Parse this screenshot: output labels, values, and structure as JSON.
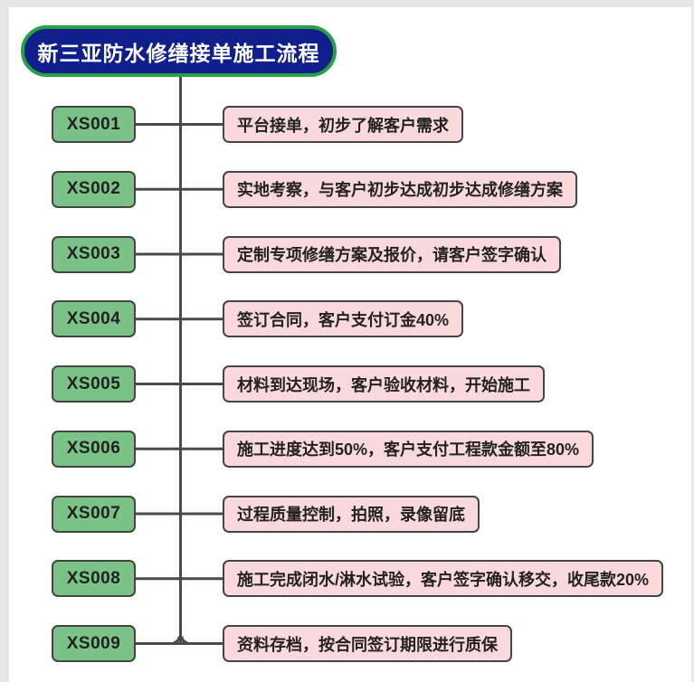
{
  "title": "新三亚防水修缮接单施工流程",
  "colors": {
    "title_fill": "#101f8c",
    "title_border": "#27a143",
    "title_text": "#ffffff",
    "code_fill": "#7bc287",
    "desc_fill": "#f9d9db",
    "node_border": "#454545",
    "node_text": "#222222",
    "line": "#4a4a4a",
    "canvas": "#ffffff",
    "frame": "#e7e7e7"
  },
  "steps": [
    {
      "code": "XS001",
      "desc": "平台接单，初步了解客户需求"
    },
    {
      "code": "XS002",
      "desc": "实地考察，与客户初步达成初步达成修缮方案"
    },
    {
      "code": "XS003",
      "desc": "定制专项修缮方案及报价，请客户签字确认"
    },
    {
      "code": "XS004",
      "desc": "签订合同，客户支付订金40%"
    },
    {
      "code": "XS005",
      "desc": "材料到达现场，客户验收材料，开始施工"
    },
    {
      "code": "XS006",
      "desc": "施工进度达到50%，客户支付工程款金额至80%"
    },
    {
      "code": "XS007",
      "desc": "过程质量控制，拍照，录像留底"
    },
    {
      "code": "XS008",
      "desc": "施工完成闭水/淋水试验，客户签字确认移交，收尾款20%"
    },
    {
      "code": "XS009",
      "desc": "资料存档，按合同签订期限进行质保"
    }
  ]
}
